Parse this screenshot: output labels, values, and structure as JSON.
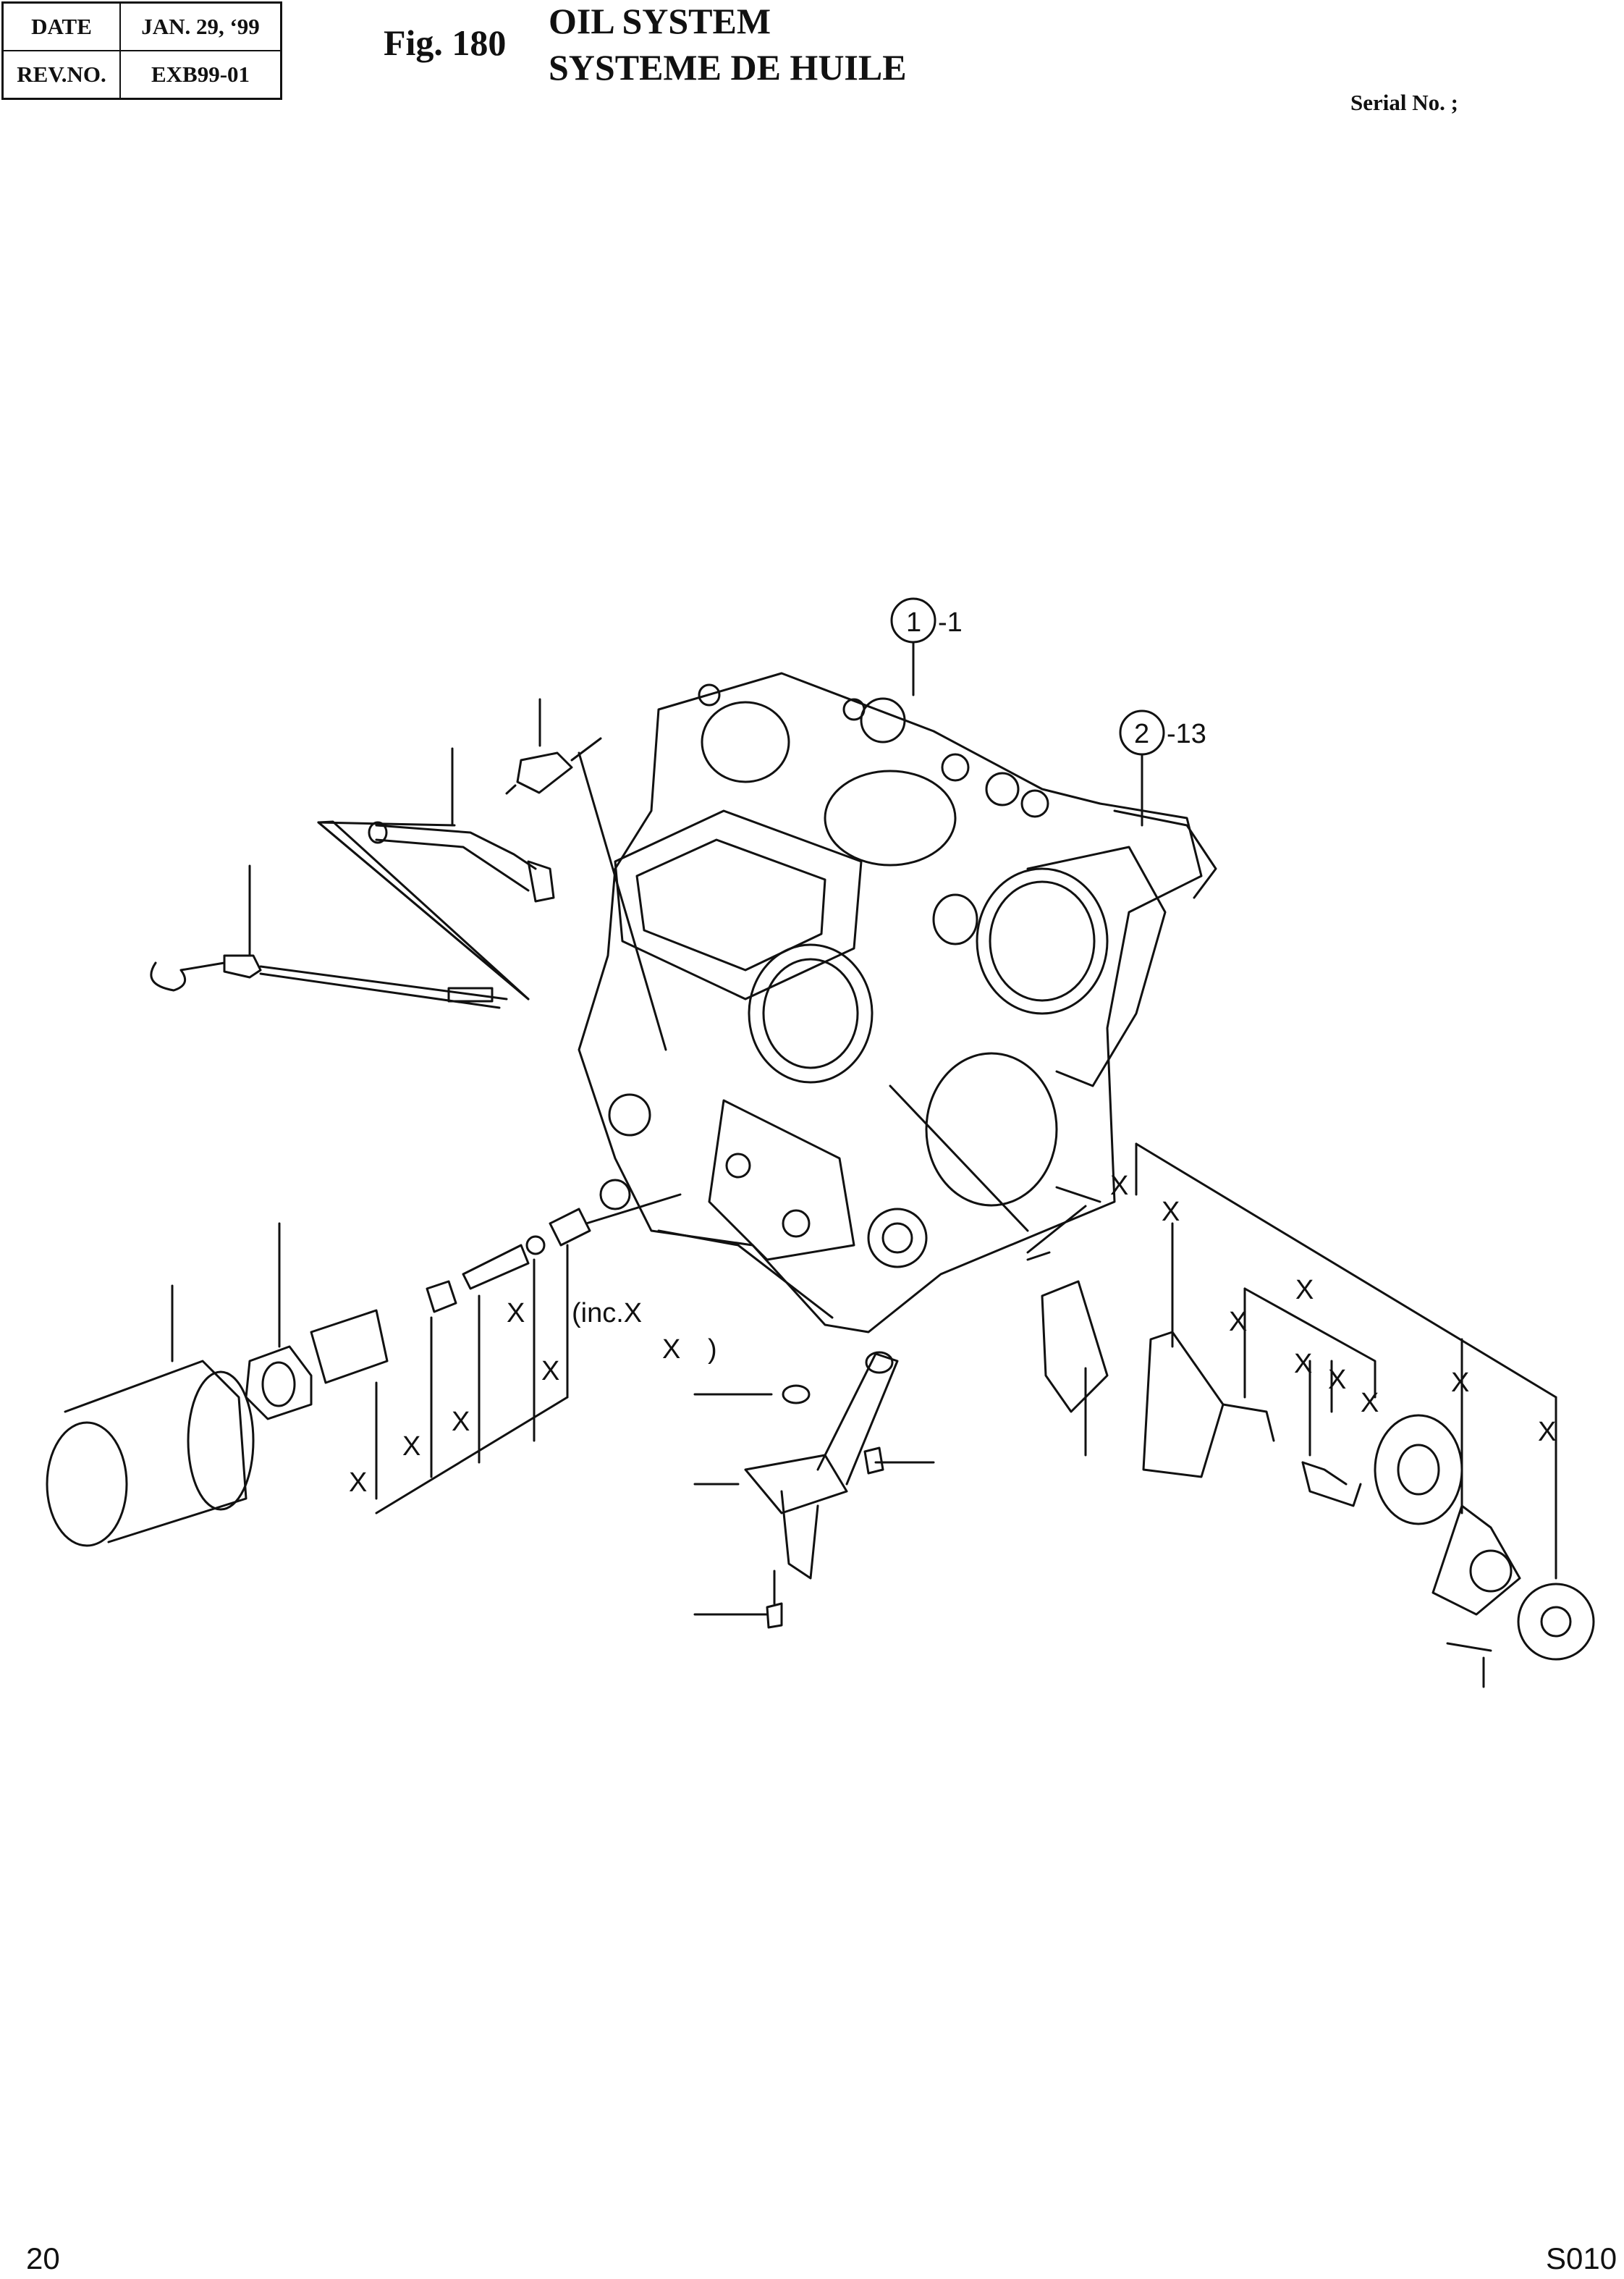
{
  "header": {
    "date_label": "DATE",
    "date_value": "JAN. 29, ‘99",
    "rev_label": "REV.NO.",
    "rev_value": "EXB99-01"
  },
  "figure": {
    "number": "Fig. 180",
    "title_en": "OIL SYSTEM",
    "title_fr": "SYSTEME DE HUILE"
  },
  "serial_label": "Serial No. ;",
  "callouts": {
    "c1_number": "1",
    "c1_qty": "-1",
    "c2_number": "2",
    "c2_qty": "-13"
  },
  "markers": {
    "x": "X",
    "inc_note": "(inc.X",
    "inc_x": "X",
    "inc_close": ")"
  },
  "footer": {
    "page_number": "20",
    "sheet_code": "S010"
  }
}
